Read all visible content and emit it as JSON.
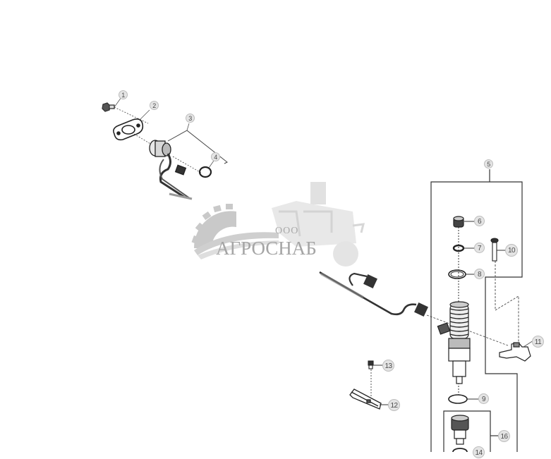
{
  "diagram": {
    "type": "exploded parts diagram",
    "subject": "fuel injector assembly with wiring harness",
    "callouts": [
      {
        "id": "1",
        "label": "1",
        "part": "bolt"
      },
      {
        "id": "2",
        "label": "2",
        "part": "gasket flange"
      },
      {
        "id": "3",
        "label": "3",
        "part": "connector with harness"
      },
      {
        "id": "4",
        "label": "4",
        "part": "o-ring"
      },
      {
        "id": "5",
        "label": "5",
        "part": "injector kit (group)"
      },
      {
        "id": "6",
        "label": "6",
        "part": "nut"
      },
      {
        "id": "7",
        "label": "7",
        "part": "washer"
      },
      {
        "id": "8",
        "label": "8",
        "part": "o-ring"
      },
      {
        "id": "9",
        "label": "9",
        "part": "seal ring"
      },
      {
        "id": "10",
        "label": "10",
        "part": "bolt"
      },
      {
        "id": "11",
        "label": "11",
        "part": "clamp"
      },
      {
        "id": "12",
        "label": "12",
        "part": "bracket"
      },
      {
        "id": "13",
        "label": "13",
        "part": "screw"
      },
      {
        "id": "14",
        "label": "14",
        "part": "ring (partially visible)"
      },
      {
        "id": "16",
        "label": "16",
        "part": "sleeve"
      }
    ]
  },
  "watermark": {
    "prefix": "ООО",
    "name": "АГРОСНАБ",
    "icon": "gear-and-combine-harvester-icon"
  },
  "colors": {
    "background": "#ffffff",
    "line": "#333333",
    "callout_fill": "#e4e4e4",
    "callout_border": "#bdbdbd",
    "watermark": "#b0b0b0"
  }
}
